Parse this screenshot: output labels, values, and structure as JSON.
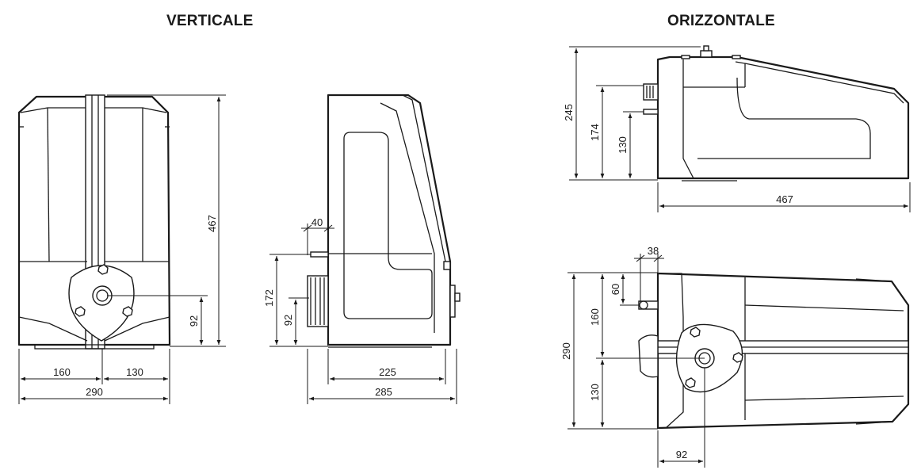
{
  "titles": {
    "vertical": "VERTICALE",
    "horizontal": "ORIZZONTALE"
  },
  "dimensions": {
    "vertical_front": {
      "height": "467",
      "shaft_height": "92",
      "left_width": "160",
      "right_width": "130",
      "total_width": "290"
    },
    "vertical_side": {
      "offset": "40",
      "shaft_height_1": "172",
      "shaft_height_2": "92",
      "depth_1": "225",
      "depth_2": "285"
    },
    "horizontal_side": {
      "height": "245",
      "height_2": "174",
      "height_3": "130",
      "length": "467"
    },
    "horizontal_top": {
      "offset": "38",
      "height_60": "60",
      "height_160": "160",
      "height_290": "290",
      "height_130": "130",
      "shaft_offset": "92"
    }
  }
}
